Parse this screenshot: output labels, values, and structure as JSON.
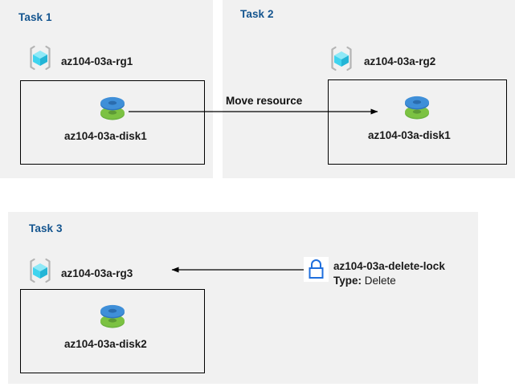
{
  "page": {
    "background": "#ffffff",
    "panel_bg": "#f1f1f1",
    "title_color": "#14558f",
    "text_color": "#1a1a1a",
    "cube_color": "#40e0f5",
    "disk_top_color": "#3f8fd8",
    "disk_bottom_color": "#6cb33f",
    "lock_color": "#1f6fdd",
    "arrow_color": "#000000"
  },
  "tasks": [
    {
      "id": "task1",
      "title": "Task 1",
      "resource_group": {
        "icon": "resource-group-cube-icon",
        "label": "az104-03a-rg1"
      },
      "resource": {
        "icon": "disk-icon",
        "label": "az104-03a-disk1"
      }
    },
    {
      "id": "task2",
      "title": "Task 2",
      "resource_group": {
        "icon": "resource-group-cube-icon",
        "label": "az104-03a-rg2"
      },
      "resource": {
        "icon": "disk-icon",
        "label": "az104-03a-disk1"
      }
    },
    {
      "id": "task3",
      "title": "Task 3",
      "resource_group": {
        "icon": "resource-group-cube-icon",
        "label": "az104-03a-rg3"
      },
      "resource": {
        "icon": "disk-icon",
        "label": "az104-03a-disk2"
      },
      "lock": {
        "icon": "lock-icon",
        "label": "az104-03a-delete-lock",
        "type_label": "Type:",
        "type_value": "Delete"
      }
    }
  ],
  "flows": [
    {
      "id": "move-resource-flow",
      "label": "Move resource",
      "direction": "right"
    },
    {
      "id": "lock-applies-to-flow",
      "label": "",
      "direction": "left"
    }
  ]
}
